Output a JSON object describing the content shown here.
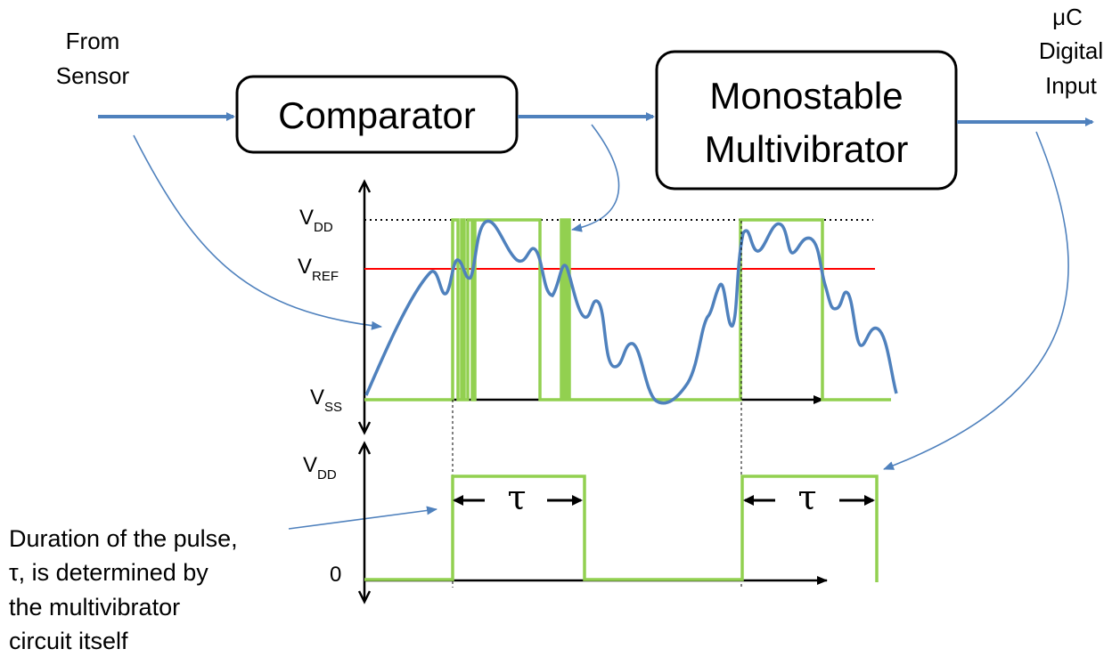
{
  "input_label": [
    "From",
    "Sensor"
  ],
  "output_label": [
    "μC",
    "Digital",
    "Input"
  ],
  "blocks": {
    "comparator": "Comparator",
    "multivibrator": [
      "Monostable",
      "Multivibrator"
    ]
  },
  "top_plot": {
    "levels": {
      "vdd": "V",
      "vdd_sub": "DD",
      "vref": "V",
      "vref_sub": "REF",
      "vss": "V",
      "vss_sub": "SS"
    }
  },
  "bottom_plot": {
    "levels": {
      "vdd": "V",
      "vdd_sub": "DD",
      "zero": "0"
    },
    "tau_1": "τ",
    "tau_2": "τ"
  },
  "caption": [
    "Duration of the pulse,",
    "τ, is determined by",
    "the multivibrator",
    "circuit itself"
  ],
  "colors": {
    "signal": "#4f81bd",
    "digital": "#92d050",
    "reference": "#ff0000",
    "text": "#000000"
  }
}
